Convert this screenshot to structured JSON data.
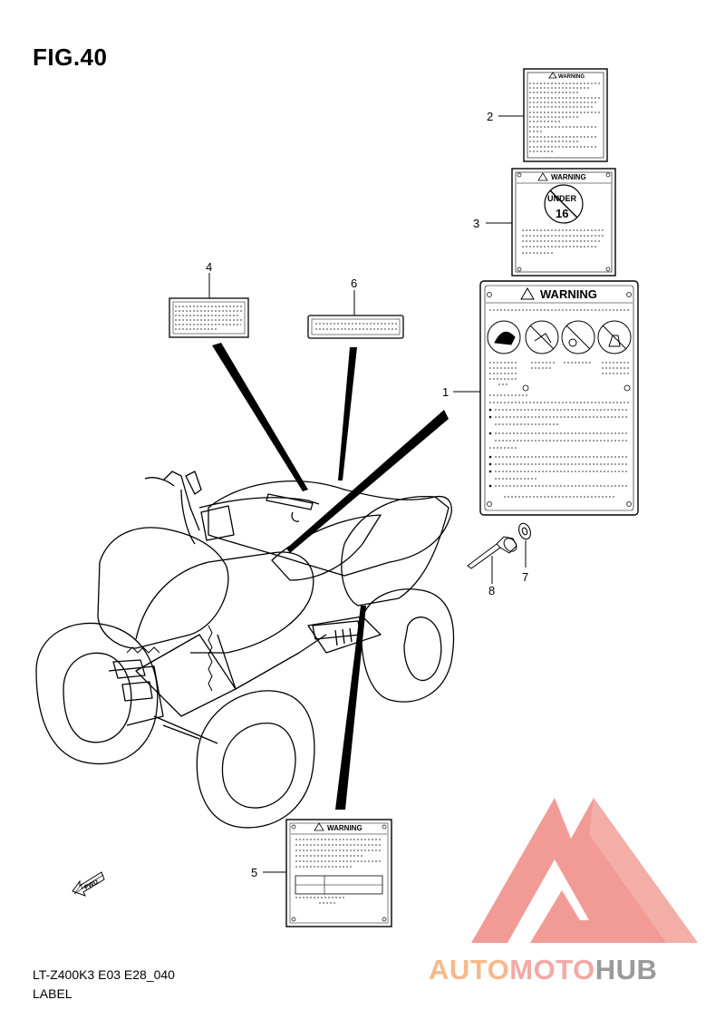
{
  "figure": {
    "title": "FIG.40"
  },
  "labels": {
    "warning_text": "WARNING",
    "under_text": "UNDER",
    "age_text": "16",
    "fwd_text": "FWD"
  },
  "callouts": [
    "1",
    "2",
    "3",
    "4",
    "5",
    "6",
    "7",
    "8"
  ],
  "footer": {
    "model": "LT-Z400K3 E03 E28_040",
    "section": "LABEL"
  },
  "watermark": {
    "part1": "AUTO",
    "part2": "MOTO",
    "part3": "HUB",
    "colors": {
      "part1": "#f5b98c",
      "part2": "#f4a9a4",
      "part3": "#9a9a9a",
      "logo": "#f08a84"
    }
  },
  "icons": [
    "warning-triangle-icon",
    "no-passenger-icon",
    "helmet-icon",
    "fwd-arrow-icon"
  ]
}
